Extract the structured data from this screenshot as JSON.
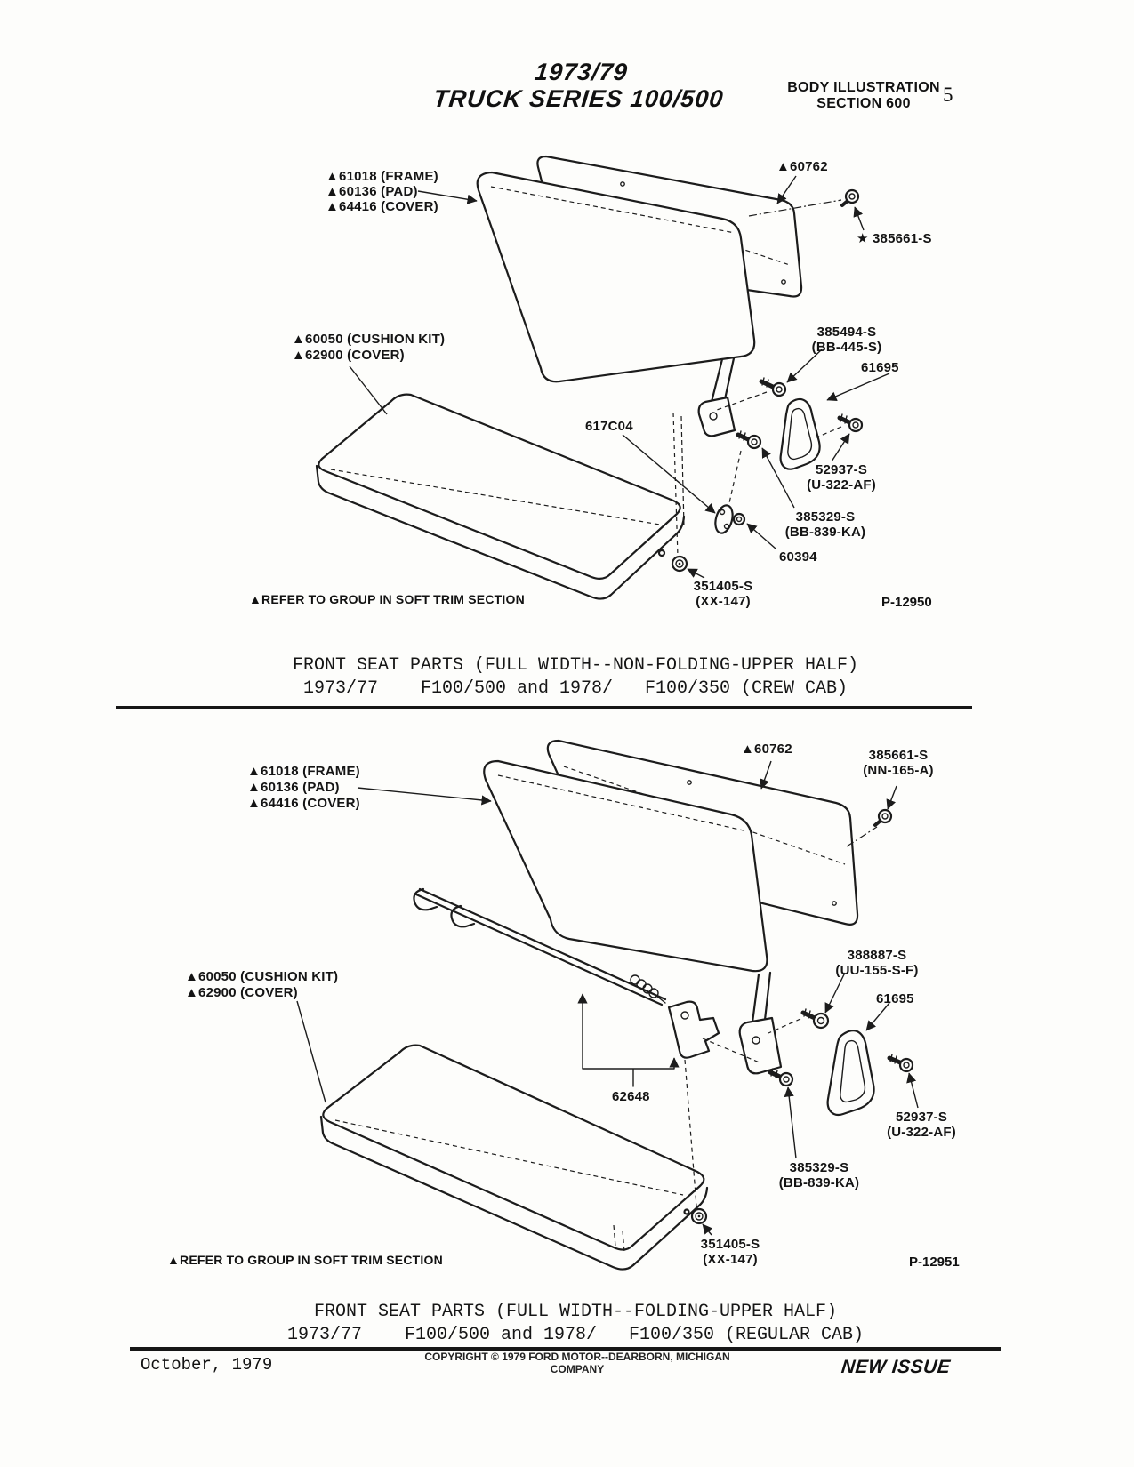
{
  "header": {
    "title_line1": "1973/79",
    "title_line2": "TRUCK SERIES 100/500",
    "section_line1": "BODY ILLUSTRATION",
    "section_line2": "SECTION 600",
    "page_number": "5"
  },
  "figure1": {
    "labels": {
      "frame": [
        "▲61018 (FRAME)",
        "▲60136 (PAD)",
        "▲64416 (COVER)"
      ],
      "back_panel": "▲60762",
      "screw": "★ 385661-S",
      "bolt_385494": [
        "385494-S",
        "(BB-445-S)"
      ],
      "bracket": "61695",
      "hinge_plate": "617C04",
      "bolt_52937": [
        "52937-S",
        "(U-322-AF)"
      ],
      "bolt_385329": [
        "385329-S",
        "(BB-839-KA)"
      ],
      "washer": "60394",
      "grommet": [
        "351405-S",
        "(XX-147)"
      ],
      "cushion": [
        "▲60050 (CUSHION KIT)",
        "▲62900 (COVER)"
      ]
    },
    "note": "▲REFER TO GROUP IN SOFT TRIM SECTION",
    "plate_number": "P-12950",
    "caption_line1": "FRONT SEAT PARTS (FULL WIDTH--NON-FOLDING-UPPER HALF)",
    "caption_line2": "1973/77    F100/500 and 1978/   F100/350 (CREW CAB)"
  },
  "figure2": {
    "labels": {
      "frame": [
        "▲61018 (FRAME)",
        "▲60136 (PAD)",
        "▲64416 (COVER)"
      ],
      "back_panel": "▲60762",
      "screw": [
        "385661-S",
        "(NN-165-A)"
      ],
      "bolt_388887": [
        "388887-S",
        "(UU-155-S-F)"
      ],
      "bracket": "61695",
      "torsion_bar": "62648",
      "bolt_52937": [
        "52937-S",
        "(U-322-AF)"
      ],
      "bolt_385329": [
        "385329-S",
        "(BB-839-KA)"
      ],
      "grommet": [
        "351405-S",
        "(XX-147)"
      ],
      "cushion": [
        "▲60050 (CUSHION KIT)",
        "▲62900 (COVER)"
      ]
    },
    "note": "▲REFER TO GROUP IN SOFT TRIM SECTION",
    "plate_number": "P-12951",
    "caption_line1": "FRONT SEAT PARTS (FULL WIDTH--FOLDING-UPPER HALF)",
    "caption_line2": "1973/77    F100/500 and 1978/   F100/350 (REGULAR CAB)"
  },
  "footer": {
    "date": "October, 1979",
    "copyright_line1": "COPYRIGHT © 1979 FORD MOTOR--DEARBORN, MICHIGAN",
    "copyright_line2": "COMPANY",
    "issue": "NEW ISSUE"
  }
}
